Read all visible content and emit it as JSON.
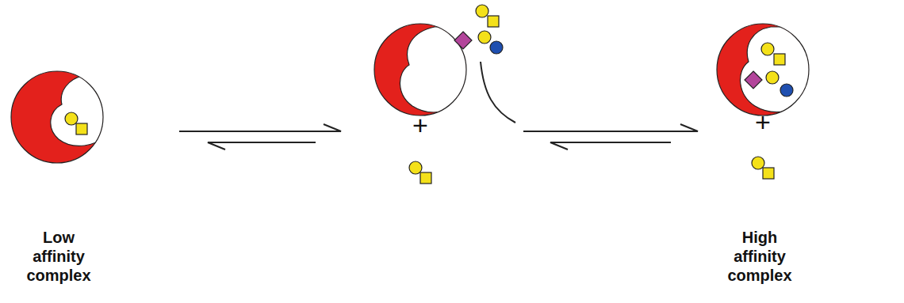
{
  "diagram": {
    "labels": [
      "Low affinity complex",
      "+",
      "+",
      "High affinity complex"
    ]
  }
}
